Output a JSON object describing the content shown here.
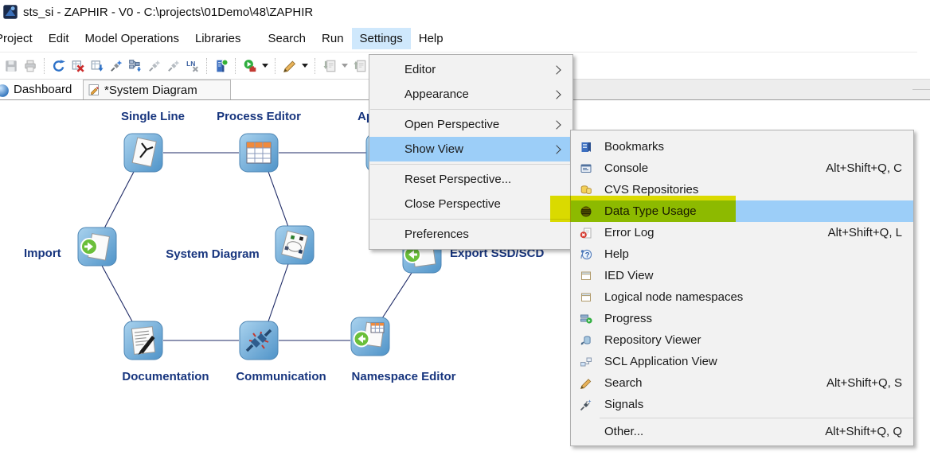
{
  "window": {
    "title": "sts_si - ZAPHIR - V0 - C:\\projects\\01Demo\\48\\ZAPHIR",
    "app_icon": "app-logo-icon"
  },
  "menubar": {
    "items": [
      {
        "label": "Project"
      },
      {
        "label": "Edit"
      },
      {
        "label": "Model Operations"
      },
      {
        "label": "Libraries"
      },
      {
        "label": "Search",
        "gap_before": true
      },
      {
        "label": "Run"
      },
      {
        "label": "Settings",
        "highlighted": true
      },
      {
        "label": "Help"
      }
    ]
  },
  "toolbar": {
    "buttons": [
      {
        "icon": "save-icon",
        "disabled": true
      },
      {
        "icon": "print-icon",
        "disabled": true
      },
      {
        "separator": true
      },
      {
        "icon": "refresh-icon"
      },
      {
        "icon": "delete-table-icon"
      },
      {
        "icon": "import-table-icon"
      },
      {
        "icon": "new-connection-icon"
      },
      {
        "icon": "import-hierarchy-icon"
      },
      {
        "icon": "wizard-icon",
        "disabled": true
      },
      {
        "icon": "wizard-icon",
        "disabled": true
      },
      {
        "icon": "remove-ln-icon"
      },
      {
        "separator": true
      },
      {
        "icon": "library-icon"
      },
      {
        "separator": true
      },
      {
        "icon": "run-config-icon"
      },
      {
        "icon": "dropdown-arrow-icon"
      },
      {
        "separator": true
      },
      {
        "icon": "search-pen-icon"
      },
      {
        "icon": "dropdown-arrow-icon"
      },
      {
        "separator": true
      },
      {
        "icon": "checkin-icon",
        "disabled": true
      },
      {
        "icon": "dropdown-arrow-icon",
        "disabled": true
      },
      {
        "icon": "checkout-icon",
        "disabled": true
      },
      {
        "icon": "dropdown-arrow-icon",
        "disabled": true
      }
    ]
  },
  "tabs": [
    {
      "label": "Dashboard",
      "icon": "dashboard-sphere-icon"
    },
    {
      "label": "*System Diagram",
      "icon": "diagram-editor-icon",
      "framed": true
    }
  ],
  "canvas": {
    "nodes": [
      {
        "id": "single-line",
        "label": "Single Line"
      },
      {
        "id": "process-editor",
        "label": "Process Editor"
      },
      {
        "id": "app",
        "label": "Ap"
      },
      {
        "id": "import",
        "label": "Import"
      },
      {
        "id": "system-diagram",
        "label": "System Diagram"
      },
      {
        "id": "export",
        "label": "Export SSD/SCD"
      },
      {
        "id": "documentation",
        "label": "Documentation"
      },
      {
        "id": "communication",
        "label": "Communication"
      },
      {
        "id": "namespace-editor",
        "label": "Namespace Editor"
      }
    ]
  },
  "settings_menu": {
    "items": [
      {
        "label": "Editor",
        "submenu": true
      },
      {
        "label": "Appearance",
        "submenu": true
      },
      {
        "separator": true
      },
      {
        "label": "Open Perspective",
        "submenu": true
      },
      {
        "label": "Show View",
        "submenu": true,
        "selected": true
      },
      {
        "separator": true
      },
      {
        "label": "Reset Perspective..."
      },
      {
        "label": "Close Perspective"
      },
      {
        "separator": true
      },
      {
        "label": "Preferences"
      }
    ]
  },
  "show_view_menu": {
    "items": [
      {
        "icon": "bookmarks-icon",
        "label": "Bookmarks"
      },
      {
        "icon": "console-icon",
        "label": "Console",
        "shortcut": "Alt+Shift+Q, C"
      },
      {
        "icon": "cvs-repositories-icon",
        "label": "CVS Repositories"
      },
      {
        "icon": "data-type-usage-icon",
        "label": "Data Type Usage",
        "selected": true,
        "marker": true
      },
      {
        "icon": "error-log-icon",
        "label": "Error Log",
        "shortcut": "Alt+Shift+Q, L"
      },
      {
        "icon": "help-icon",
        "label": "Help"
      },
      {
        "icon": "ied-view-icon",
        "label": "IED View"
      },
      {
        "icon": "namespaces-icon",
        "label": "Logical node namespaces"
      },
      {
        "icon": "progress-icon",
        "label": "Progress"
      },
      {
        "icon": "repository-viewer-icon",
        "label": "Repository Viewer"
      },
      {
        "icon": "scl-application-view-icon",
        "label": "SCL Application View"
      },
      {
        "icon": "search-icon",
        "label": "Search",
        "shortcut": "Alt+Shift+Q, S"
      },
      {
        "icon": "signals-icon",
        "label": "Signals"
      },
      {
        "separator": true
      },
      {
        "label": "Other...",
        "shortcut": "Alt+Shift+Q, Q"
      }
    ]
  },
  "colors": {
    "selection_blue": "#9ccef8",
    "highlight_yellow": "#e6e600",
    "menu_bg": "#f2f2f2",
    "label_navy": "#17357e",
    "menubar_highlight": "#cfe8fc"
  }
}
